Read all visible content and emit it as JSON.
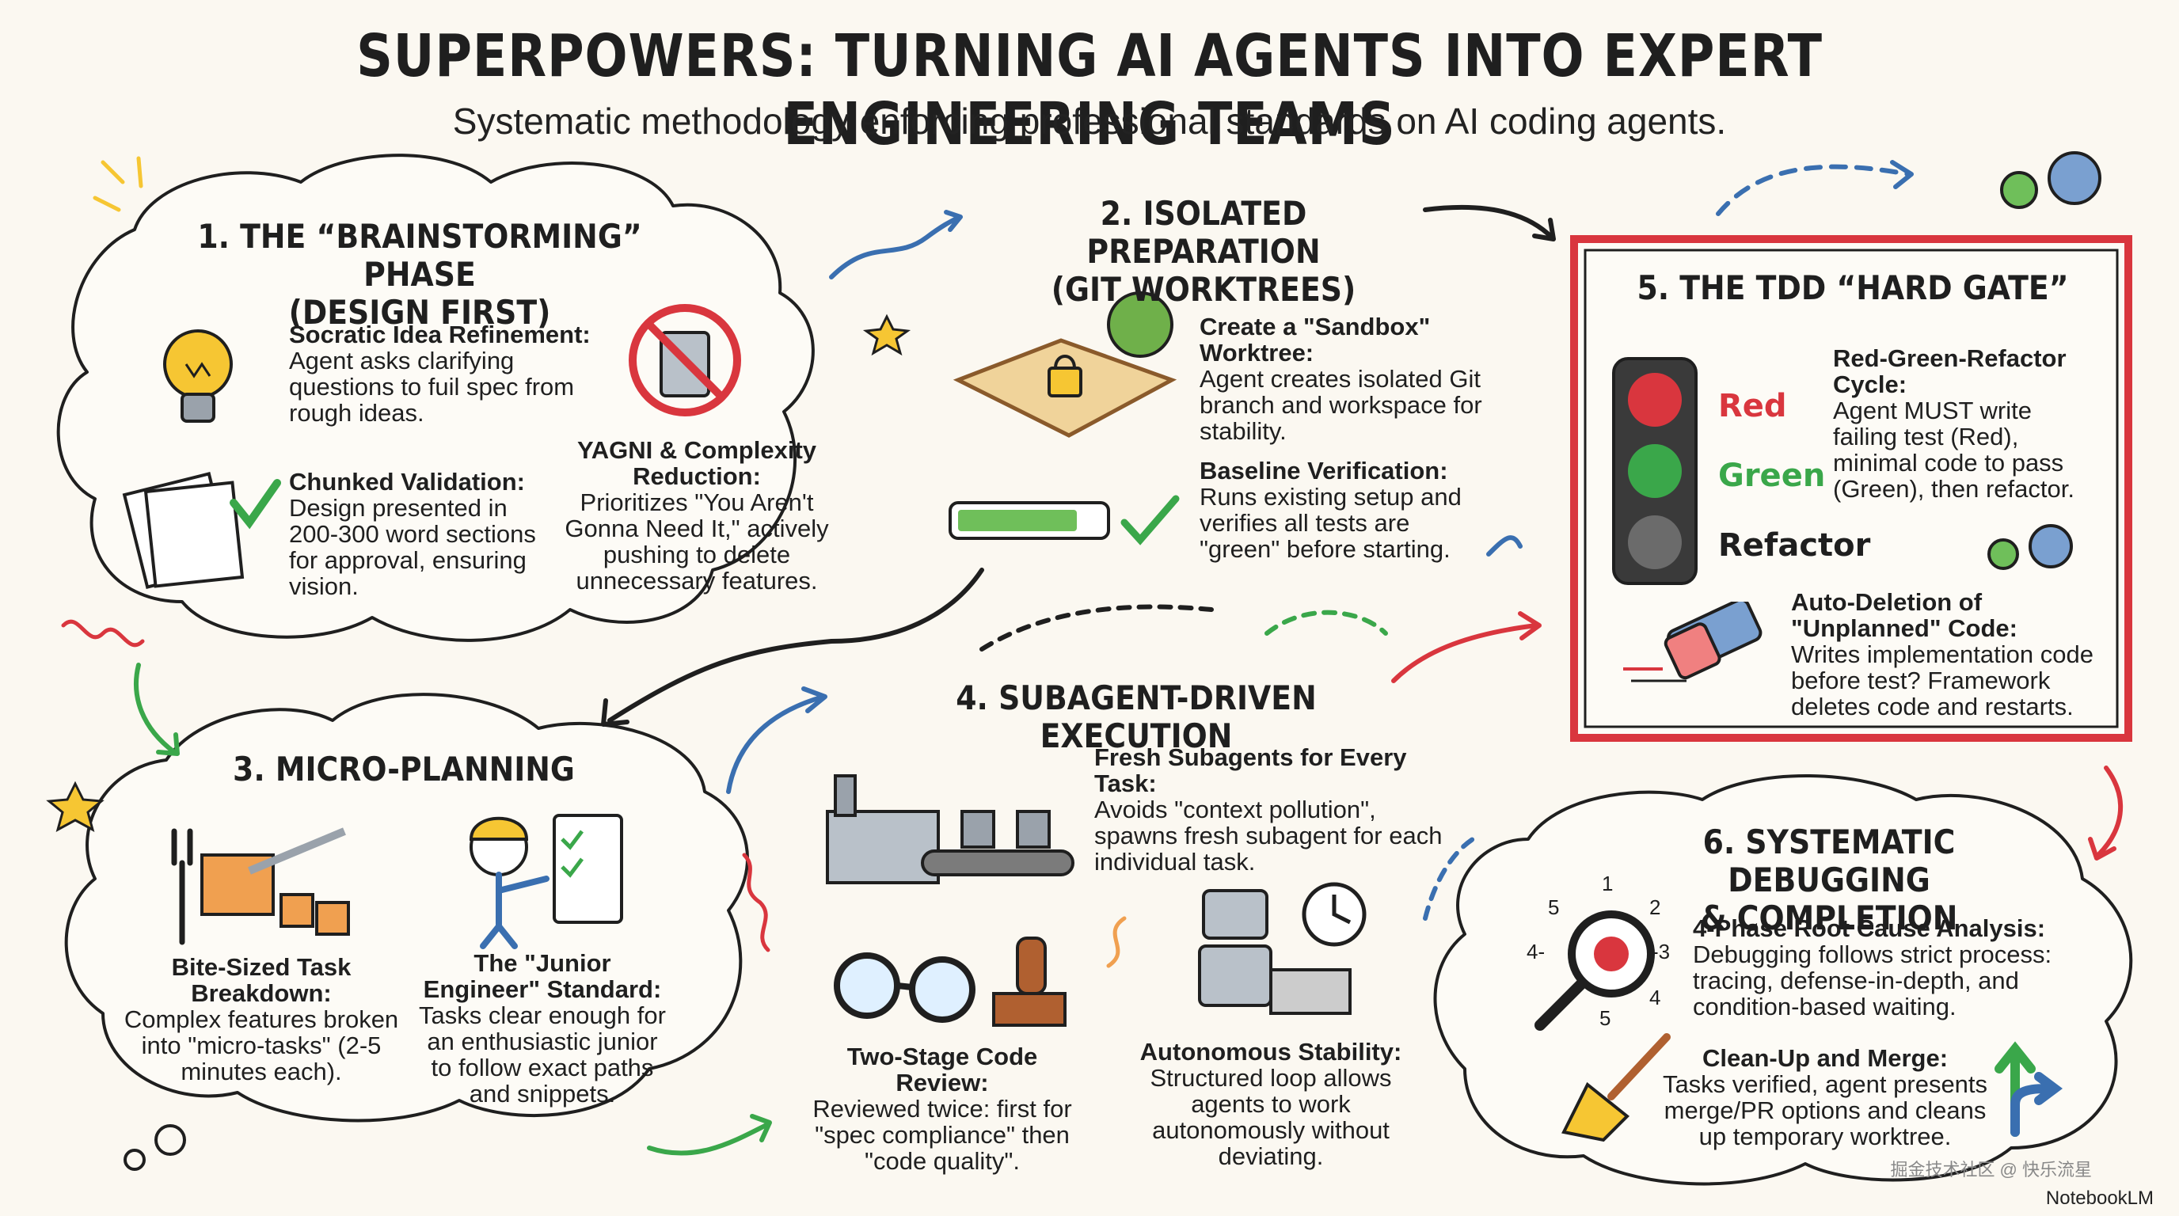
{
  "header": {
    "title": "SUPERPOWERS: TURNING AI AGENTS INTO EXPERT ENGINEERING TEAMS",
    "subtitle": "Systematic methodology enforcing professional standards on AI coding agents."
  },
  "sections": {
    "s1": {
      "title_l1": "1. THE “BRAINSTORMING” PHASE",
      "title_l2": "(DESIGN FIRST)",
      "socratic_label": "Socratic Idea Refinement:",
      "socratic_text": "Agent asks clarifying questions to fuil spec from rough ideas.",
      "yagni_label": "YAGNI & Complexity Reduction:",
      "yagni_text": "Prioritizes \"You Aren't Gonna Need It,\" actively pushing to delete unnecessary features.",
      "chunked_label": "Chunked Validation:",
      "chunked_text": "Design presented in 200-300 word sections for approval, ensuring vision."
    },
    "s2": {
      "title_l1": "2. ISOLATED PREPARATION",
      "title_l2": "(GIT WORKTREES)",
      "sandbox_label": "Create a \"Sandbox\" Worktree:",
      "sandbox_text": "Agent creates isolated Git branch and workspace for stability.",
      "baseline_label": "Baseline Verification:",
      "baseline_text": "Runs existing setup and verifies all tests are \"green\" before starting."
    },
    "s3": {
      "title": "3. MICRO-PLANNING",
      "bite_label": "Bite-Sized Task Breakdown:",
      "bite_text": "Complex features broken into \"micro-tasks\" (2-5 minutes each).",
      "junior_label": "The \"Junior Engineer\" Standard:",
      "junior_text": "Tasks clear enough for an enthusiastic junior to follow exact paths and snippets."
    },
    "s4": {
      "title": "4. SUBAGENT-DRIVEN EXECUTION",
      "fresh_label": "Fresh Subagents for Every Task:",
      "fresh_text": "Avoids \"context pollution\", spawns fresh subagent for each individual task.",
      "review_label": "Two-Stage Code Review:",
      "review_text": "Reviewed twice: first for \"spec compliance\" then \"code quality\".",
      "auto_label": "Autonomous Stability:",
      "auto_text": "Structured loop allows agents to work autonomously without deviating."
    },
    "s5": {
      "title": "5. THE TDD “HARD GATE”",
      "light_red": "Red",
      "light_green": "Green",
      "light_refactor": "Refactor",
      "cycle_label": "Red-Green-Refactor Cycle:",
      "cycle_text": "Agent MUST write failing test (Red), minimal code to pass (Green), then refactor.",
      "delete_label": "Auto-Deletion of \"Unplanned\" Code:",
      "delete_text": "Writes implementation code before test? Framework deletes code and restarts."
    },
    "s6": {
      "title_l1": "6. SYSTEMATIC DEBUGGING",
      "title_l2": "& COMPLETION",
      "rca_label": "4-Phase Root Cause Analysis:",
      "rca_text": "Debugging follows strict process: tracing, defense-in-depth, and condition-based waiting.",
      "merge_label": "Clean-Up and Merge:",
      "merge_text": "Tasks verified, agent presents merge/PR options and cleans up temporary worktree.",
      "dial": [
        "1",
        "2",
        "-3",
        "4",
        "5",
        "4-",
        "5"
      ]
    }
  },
  "footer": {
    "watermark": "掘金技术社区 @ 快乐流星",
    "brand": "NotebookLM"
  },
  "colors": {
    "ink": "#1f1f1f",
    "red": "#d9363e",
    "green": "#3aa74a",
    "blue": "#3a6fb0",
    "orange": "#f0a050",
    "yellow": "#f6c633"
  }
}
